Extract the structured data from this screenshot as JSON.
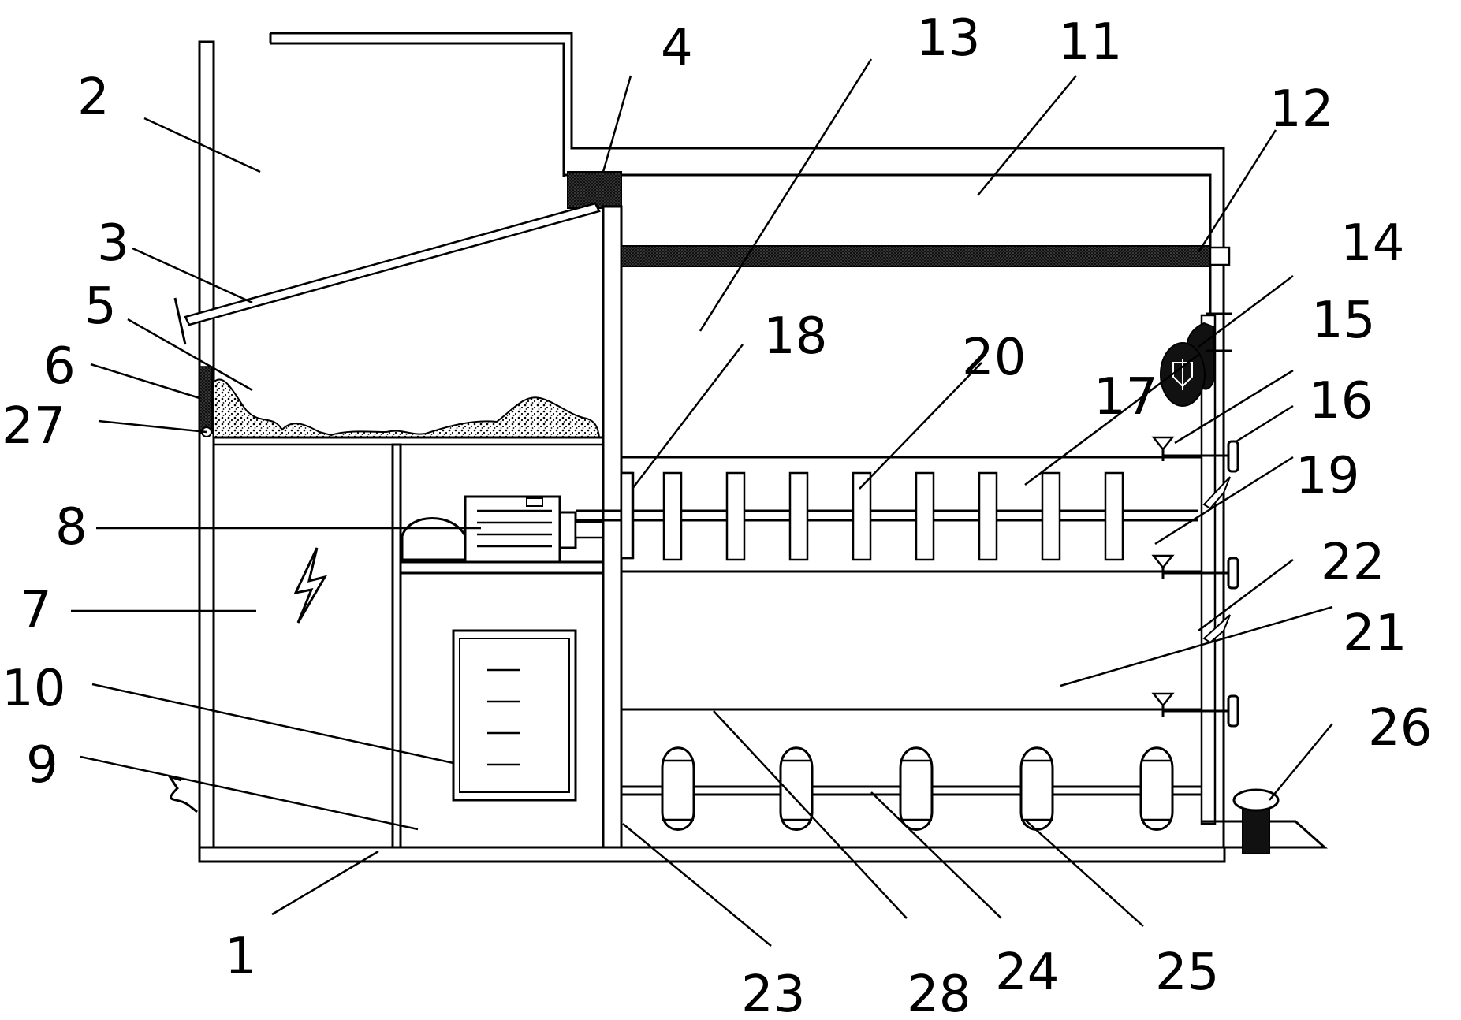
{
  "labels": {
    "n1": "1",
    "n2": "2",
    "n3": "3",
    "n4": "4",
    "n5": "5",
    "n6": "6",
    "n7": "7",
    "n8": "8",
    "n9": "9",
    "n10": "10",
    "n11": "11",
    "n12": "12",
    "n13": "13",
    "n14": "14",
    "n15": "15",
    "n16": "16",
    "n17": "17",
    "n18": "18",
    "n19": "19",
    "n20": "20",
    "n21": "21",
    "n22": "22",
    "n23": "23",
    "n24": "24",
    "n25": "25",
    "n26": "26",
    "n27": "27",
    "n28": "28"
  },
  "icons": {
    "power": "lightning-bolt-icon"
  }
}
